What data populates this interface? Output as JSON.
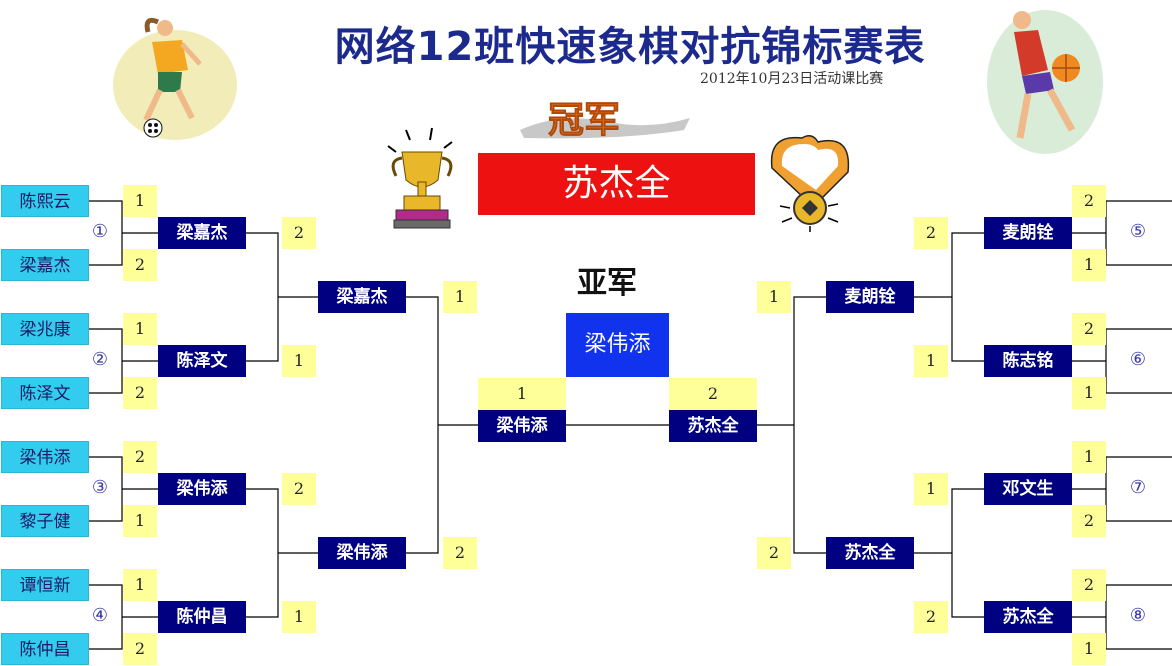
{
  "header": {
    "title": "网络12班快速象棋对抗锦标赛表",
    "subtitle": "2012年10月23日活动课比赛"
  },
  "champion": {
    "label": "冠军",
    "name": "苏杰全"
  },
  "runner_up": {
    "label": "亚军",
    "name": "梁伟添"
  },
  "left": {
    "groups": [
      {
        "num": "①",
        "p1": "陈熙云",
        "s1": "1",
        "p2": "梁嘉杰",
        "s2": "2",
        "winner": "梁嘉杰",
        "ws": "2"
      },
      {
        "num": "②",
        "p1": "梁兆康",
        "s1": "1",
        "p2": "陈泽文",
        "s2": "2",
        "winner": "陈泽文",
        "ws": "1"
      },
      {
        "num": "③",
        "p1": "梁伟添",
        "s1": "2",
        "p2": "黎子健",
        "s2": "1",
        "winner": "梁伟添",
        "ws": "2"
      },
      {
        "num": "④",
        "p1": "谭恒新",
        "s1": "1",
        "p2": "陈仲昌",
        "s2": "2",
        "winner": "陈仲昌",
        "ws": "1"
      }
    ],
    "semis": [
      {
        "name": "梁嘉杰",
        "score": "1"
      },
      {
        "name": "梁伟添",
        "score": "2"
      }
    ],
    "final": {
      "name": "梁伟添",
      "score": "1"
    }
  },
  "right": {
    "groups": [
      {
        "num": "⑤",
        "s1": "2",
        "s2": "1",
        "winner": "麦朗铨",
        "ws": "2"
      },
      {
        "num": "⑥",
        "s1": "2",
        "s2": "1",
        "winner": "陈志铭",
        "ws": "1"
      },
      {
        "num": "⑦",
        "s1": "1",
        "s2": "2",
        "winner": "邓文生",
        "ws": "1"
      },
      {
        "num": "⑧",
        "s1": "2",
        "s2": "1",
        "winner": "苏杰全",
        "ws": "2"
      }
    ],
    "semis": [
      {
        "name": "麦朗铨",
        "score": "1"
      },
      {
        "name": "苏杰全",
        "score": "2"
      }
    ],
    "final": {
      "name": "苏杰全",
      "score": "2"
    }
  }
}
